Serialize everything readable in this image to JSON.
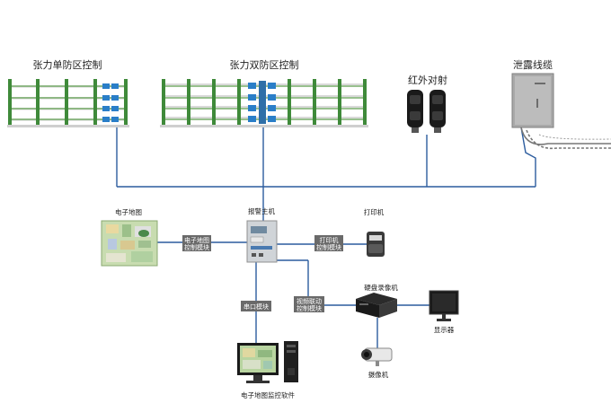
{
  "labels": {
    "single_zone": "张力单防区控制",
    "dual_zone": "张力双防区控制",
    "infrared": "红外对射",
    "leaky_cable": "泄露线缆",
    "e_map": "电子地图",
    "alarm_host": "报警主机",
    "printer": "打印机",
    "dvr": "硬盘录像机",
    "monitor": "显示器",
    "camera": "摄像机",
    "e_map_software": "电子地图监控软件"
  },
  "modules": {
    "emap_control_line1": "电子地图",
    "emap_control_line2": "控制模块",
    "print_module_line1": "打印机",
    "print_module_line2": "控制模块",
    "serial_module": "串口模块",
    "video_link_line1": "视频联动",
    "video_link_line2": "控制模块"
  },
  "colors": {
    "bus_line": "#2c5c9e",
    "post": "#3f8a3a",
    "wire": "#5a9a4a",
    "module_bg": "#6a6a6a"
  }
}
